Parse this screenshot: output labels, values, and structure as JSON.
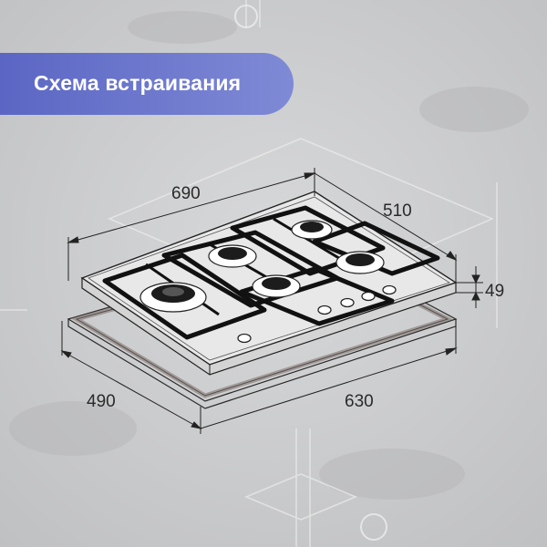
{
  "title": "Схема встраивания",
  "dimensions": {
    "width_top": "690",
    "depth_top": "510",
    "height": "49",
    "cutout_depth": "490",
    "cutout_width": "630"
  },
  "colors": {
    "banner_start": "#5b66c4",
    "banner_end": "#7f8ad6",
    "background": "#c9cacb",
    "line": "#222222"
  }
}
